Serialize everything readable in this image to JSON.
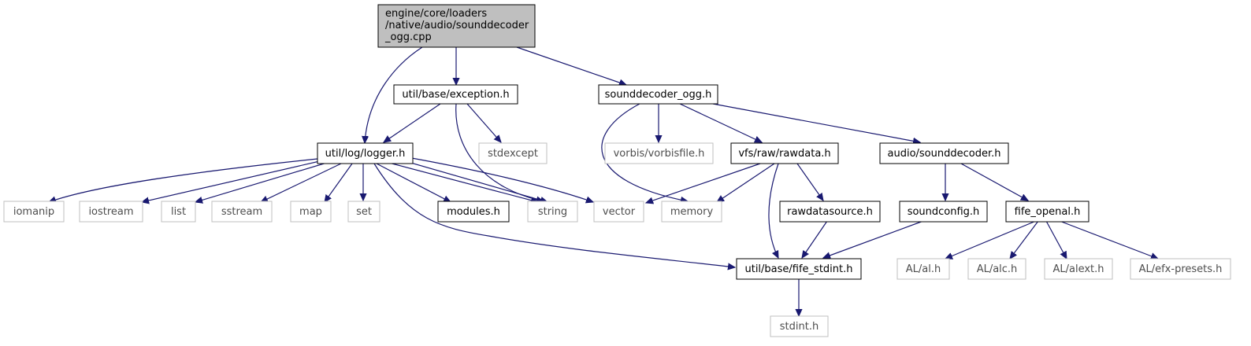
{
  "colors": {
    "edge": "#191970",
    "root_fill": "#bfbfbf",
    "local_border": "#000000",
    "external_border": "#bfbfbf"
  },
  "nodes": {
    "root": [
      "engine/core/loaders",
      "/native/audio/sounddecoder",
      "_ogg.cpp"
    ],
    "exception": "util/base/exception.h",
    "sounddecoder_ogg": "sounddecoder_ogg.h",
    "logger": "util/log/logger.h",
    "stdexcept": "stdexcept",
    "vorbisfile": "vorbis/vorbisfile.h",
    "rawdata": "vfs/raw/rawdata.h",
    "sounddecoder": "audio/sounddecoder.h",
    "iomanip": "iomanip",
    "iostream": "iostream",
    "list": "list",
    "sstream": "sstream",
    "map": "map",
    "set": "set",
    "modules": "modules.h",
    "string": "string",
    "vector": "vector",
    "memory": "memory",
    "rawdatasource": "rawdatasource.h",
    "soundconfig": "soundconfig.h",
    "fife_openal": "fife_openal.h",
    "fife_stdint": "util/base/fife_stdint.h",
    "al": "AL/al.h",
    "alc": "AL/alc.h",
    "alext": "AL/alext.h",
    "efx": "AL/efx-presets.h",
    "stdint": "stdint.h"
  }
}
